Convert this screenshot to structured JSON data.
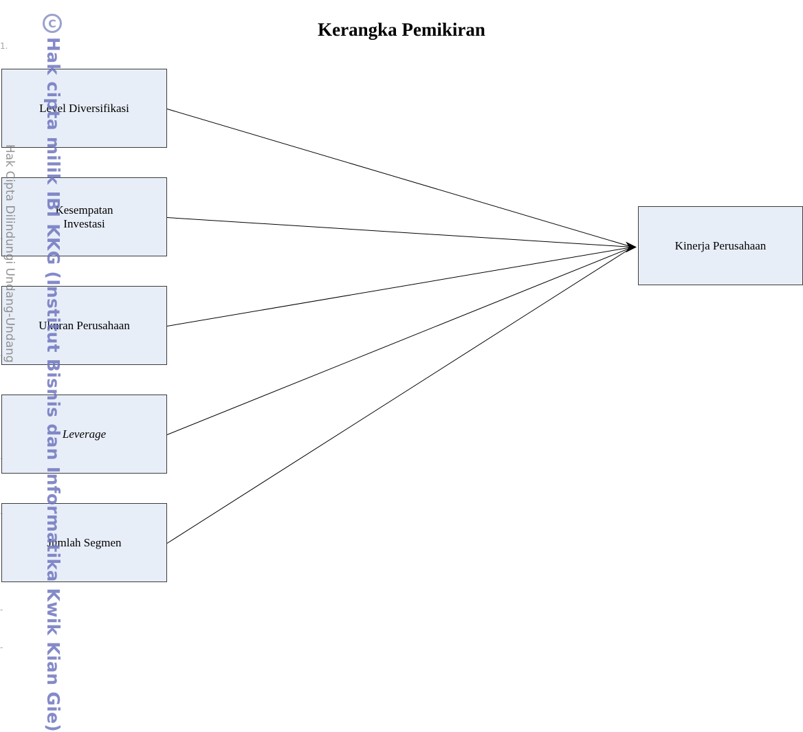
{
  "title": "Kerangka Pemikiran",
  "independent_variables": [
    {
      "label": "Level Diversifikasi",
      "italic": false
    },
    {
      "label": "Kesempatan\nInvestasi",
      "italic": false
    },
    {
      "label": "Ukuran Perusahaan",
      "italic": false
    },
    {
      "label": "Leverage",
      "italic": true
    },
    {
      "label": "Jumlah Segmen",
      "italic": false
    }
  ],
  "dependent_variable": {
    "label": "Kinerja Perusahaan"
  },
  "colors": {
    "box_fill": "#e8eef8",
    "box_border": "#3a3a3a",
    "line": "#000000",
    "watermark": "#6e76be"
  },
  "watermark": {
    "symbol": "C",
    "bold_text": "Hak cipta milik IBI KKG (Institut Bisnis dan Informatika Kwik Kian Gie)",
    "thin_text": "Hak Cipta Dilindungi Undang-Undang"
  }
}
